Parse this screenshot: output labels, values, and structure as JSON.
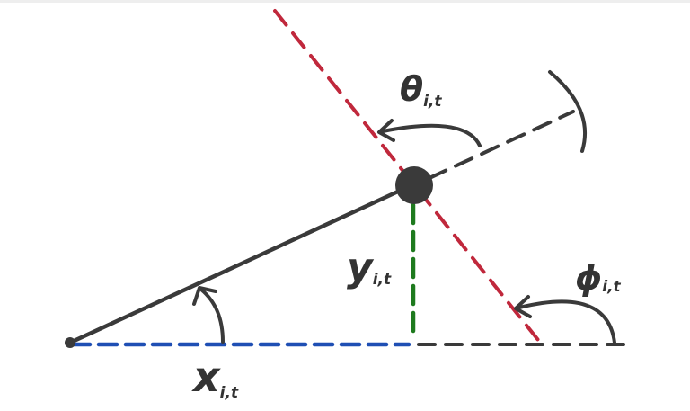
{
  "diagram": {
    "colors": {
      "ink": "#3a3a3a",
      "x_component": "#1f4fb4",
      "y_component": "#1e7a1e",
      "heading_line": "#c0283c",
      "baseline": "#3a3a3a"
    },
    "labels": {
      "x": {
        "symbol": "x",
        "subscript": "i,t"
      },
      "y": {
        "symbol": "y",
        "subscript": "i,t"
      },
      "theta": {
        "symbol": "θ",
        "subscript": "i,t"
      },
      "phi": {
        "symbol": "ϕ",
        "subscript": "i,t"
      }
    }
  }
}
